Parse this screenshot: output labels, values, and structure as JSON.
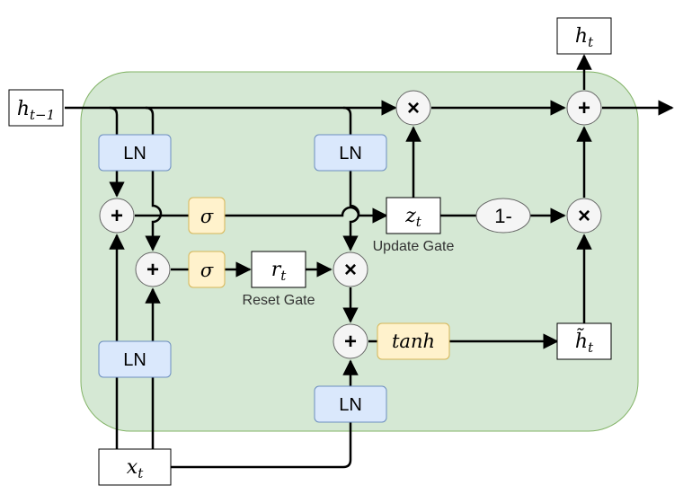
{
  "labels": {
    "h_prev": "h",
    "h_prev_sub": "t−1",
    "h_out": "h",
    "h_out_sub": "t",
    "x_in": "x",
    "x_in_sub": "t",
    "z": "z",
    "z_sub": "t",
    "r": "r",
    "r_sub": "t",
    "h_tilde": "h̃",
    "h_tilde_sub": "t",
    "sigma": "σ",
    "tanh": "tanh",
    "one_minus": "1-",
    "ln": "LN",
    "plus": "+",
    "times": "×",
    "update_gate": "Update Gate",
    "reset_gate": "Reset Gate"
  },
  "colors": {
    "background_panel": "#d5e8d4",
    "panel_border": "#82b366",
    "ln_fill": "#dae8fc",
    "ln_border": "#6c8ebf",
    "activation_fill": "#fff2cc",
    "activation_border": "#d6b656",
    "operator_fill": "#f5f5f5",
    "line": "#000000"
  }
}
